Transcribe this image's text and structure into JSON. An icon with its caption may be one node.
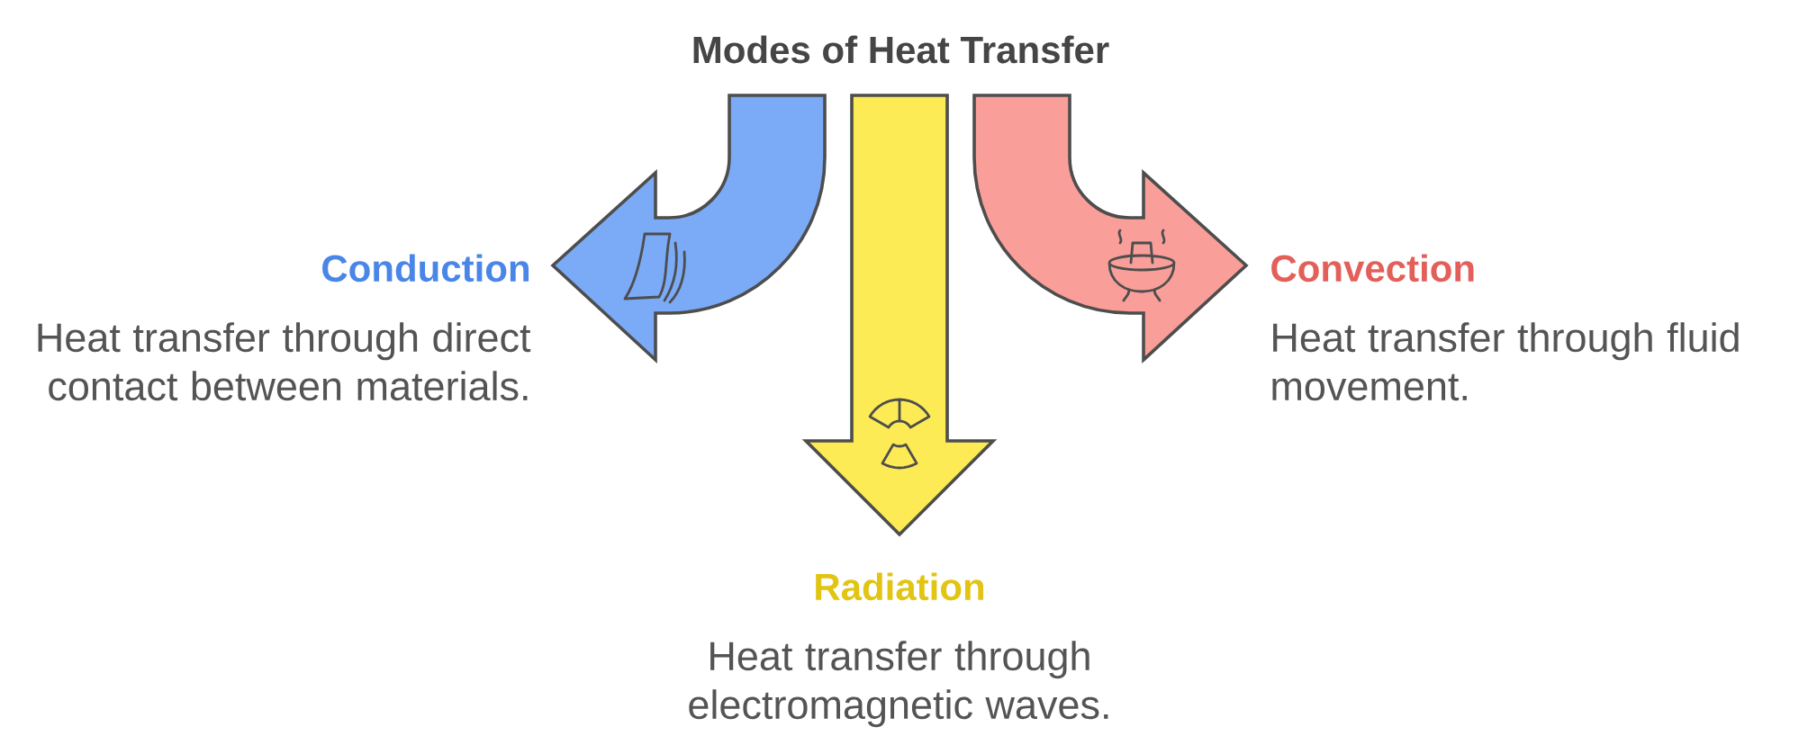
{
  "diagram": {
    "title": "Modes of Heat Transfer",
    "nodes": [
      {
        "text": [
          "Conduction",
          "Heat transfer through direct contact between materials."
        ]
      },
      {
        "text": [
          "Radiation",
          "Heat transfer through electromagnetic waves."
        ]
      },
      {
        "text": [
          "Convection",
          "Heat transfer through fluid movement."
        ]
      }
    ],
    "edges": [
      {
        "from": null,
        "to": 0,
        "arrow": "to",
        "color": "#7baaf7"
      },
      {
        "from": null,
        "to": 1,
        "arrow": "to",
        "color": "#fdeb55"
      },
      {
        "from": null,
        "to": 2,
        "arrow": "to",
        "color": "#f99e98"
      }
    ]
  }
}
